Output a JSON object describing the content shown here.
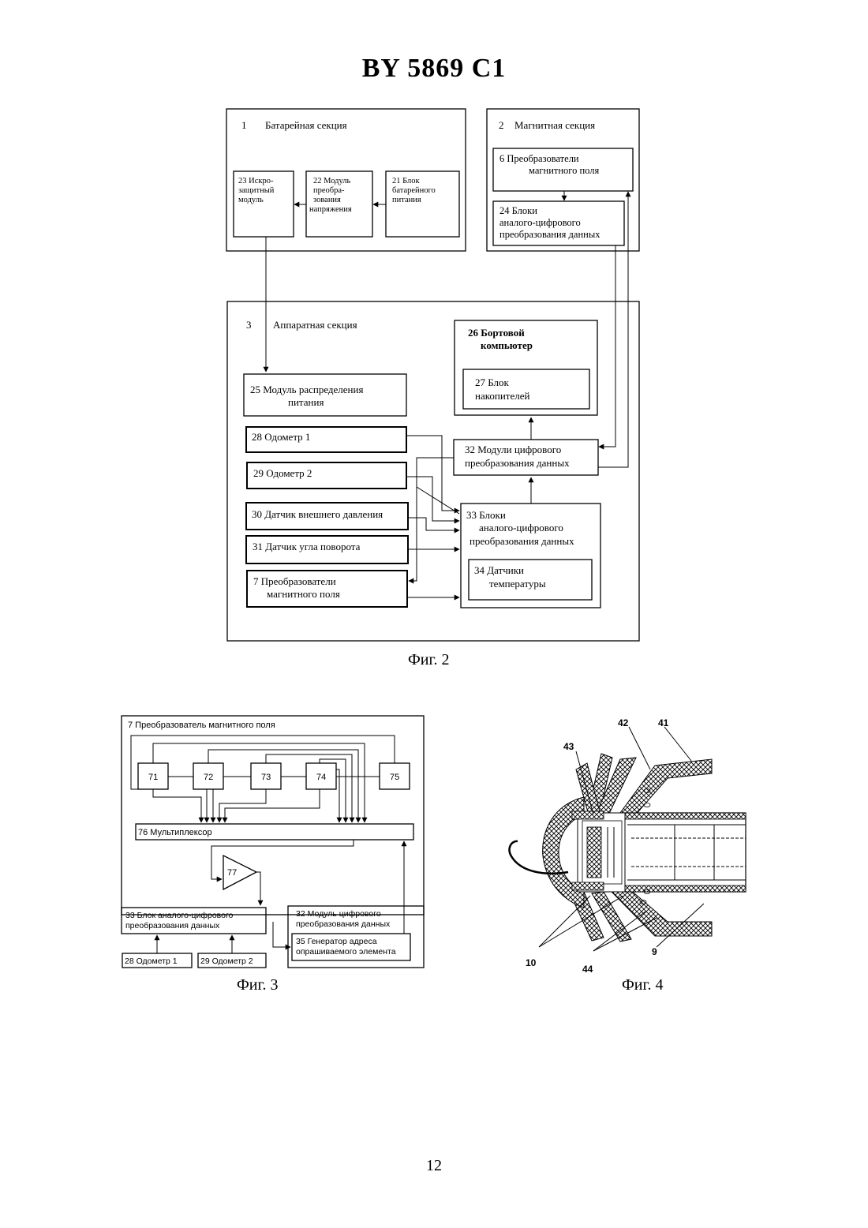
{
  "header": {
    "doc_number": "BY  5869  C1"
  },
  "fig2": {
    "caption": "Фиг. 2",
    "battery_section": {
      "num": "1",
      "title": "Батарейная секция",
      "b23": [
        "23 Искро-",
        "защитный",
        "модуль"
      ],
      "b22": [
        "22 Модуль",
        "преобра-",
        "зования",
        "напряжения"
      ],
      "b21": [
        "21 Блок",
        "батарейного",
        "питания"
      ]
    },
    "magnetic_section": {
      "num": "2",
      "title": "Магнитная секция",
      "b6": [
        "6   Преобразователи",
        "магнитного поля"
      ],
      "b24": [
        "24 Блоки",
        "аналого-цифрового",
        "преобразования данных"
      ]
    },
    "hardware_section": {
      "num": "3",
      "title": "Аппаратная секция",
      "b26": [
        "26 Бортовой",
        "компьютер"
      ],
      "b27": [
        "27 Блок",
        "накопителей"
      ],
      "b25": [
        "25 Модуль распределения",
        "питания"
      ],
      "b28": "28 Одометр 1",
      "b29": "29 Одометр 2",
      "b30": "30 Датчик внешнего давления",
      "b31": "31 Датчик угла поворота",
      "b7": [
        "7     Преобразователи",
        "магнитного поля"
      ],
      "b32": [
        "32 Модули цифрового",
        "преобразования данных"
      ],
      "b33": [
        "33 Блоки",
        "аналого-цифрового",
        "преобразования данных"
      ],
      "b34": [
        "34  Датчики",
        "температуры"
      ]
    }
  },
  "fig3": {
    "caption": "Фиг. 3",
    "title": "7 Преобразователь магнитного поля",
    "nodes": [
      "71",
      "72",
      "73",
      "74",
      "75"
    ],
    "mux": "76 Мультиплексор",
    "amp": "77",
    "b33": [
      "33 Блок аналого-цифрового",
      "преобразования данных"
    ],
    "b32": [
      "32 Модуль цифрового",
      "преобразования данных"
    ],
    "b35": [
      "35 Генератор адреса",
      "опрашиваемого элемента"
    ],
    "b28": "28 Одометр 1",
    "b29": "29 Одометр 2"
  },
  "fig4": {
    "caption": "Фиг. 4",
    "labels": [
      "42",
      "41",
      "43",
      "10",
      "44",
      "9"
    ]
  },
  "footer": {
    "page_number": "12"
  }
}
